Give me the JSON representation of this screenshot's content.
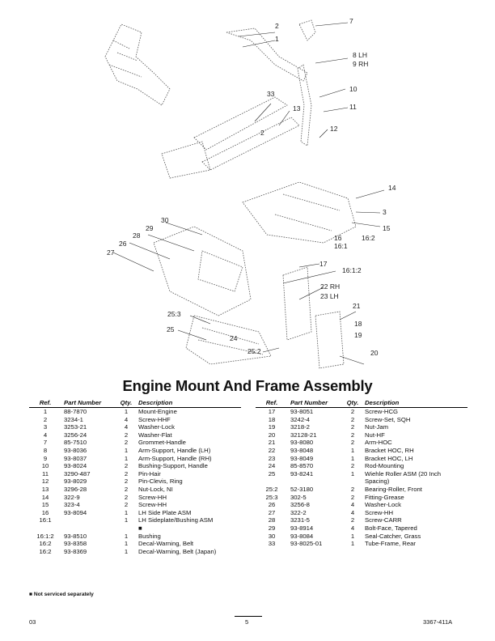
{
  "callouts": [
    {
      "id": "c2",
      "text": "2"
    },
    {
      "id": "c7",
      "text": "7"
    },
    {
      "id": "c1",
      "text": "1"
    },
    {
      "id": "c8",
      "text": "8 LH"
    },
    {
      "id": "c9",
      "text": "9 RH"
    },
    {
      "id": "c33",
      "text": "33"
    },
    {
      "id": "c10",
      "text": "10"
    },
    {
      "id": "c11",
      "text": "11"
    },
    {
      "id": "c13",
      "text": "13"
    },
    {
      "id": "c2b",
      "text": "2"
    },
    {
      "id": "c12",
      "text": "12"
    },
    {
      "id": "c14",
      "text": "14"
    },
    {
      "id": "c3",
      "text": "3"
    },
    {
      "id": "c15",
      "text": "15"
    },
    {
      "id": "c16",
      "text": "16"
    },
    {
      "id": "c161",
      "text": "16:1"
    },
    {
      "id": "c162",
      "text": "16:2"
    },
    {
      "id": "c30",
      "text": "30"
    },
    {
      "id": "c29",
      "text": "29"
    },
    {
      "id": "c26",
      "text": "26"
    },
    {
      "id": "c28",
      "text": "28"
    },
    {
      "id": "c27",
      "text": "27"
    },
    {
      "id": "c17",
      "text": "17"
    },
    {
      "id": "c1612",
      "text": "16:1:2"
    },
    {
      "id": "c22",
      "text": "22 RH"
    },
    {
      "id": "c23",
      "text": "23 LH"
    },
    {
      "id": "c21",
      "text": "21"
    },
    {
      "id": "c253",
      "text": "25:3"
    },
    {
      "id": "c18",
      "text": "18"
    },
    {
      "id": "c19",
      "text": "19"
    },
    {
      "id": "c25",
      "text": "25"
    },
    {
      "id": "c24",
      "text": "24"
    },
    {
      "id": "c252",
      "text": "25:2"
    },
    {
      "id": "c20",
      "text": "20"
    }
  ],
  "title": "Engine Mount And Frame Assembly",
  "headers": {
    "ref": "Ref.",
    "part": "Part Number",
    "qty": "Qty.",
    "desc": "Description"
  },
  "left_rows": [
    {
      "ref": "1",
      "part": "88-7870",
      "qty": "1",
      "desc": "Mount-Engine"
    },
    {
      "ref": "2",
      "part": "3234-1",
      "qty": "4",
      "desc": "Screw-HHF"
    },
    {
      "ref": "3",
      "part": "3253-21",
      "qty": "4",
      "desc": "Washer-Lock"
    },
    {
      "ref": "4",
      "part": "3256-24",
      "qty": "2",
      "desc": "Washer-Flat"
    },
    {
      "ref": "7",
      "part": "85-7510",
      "qty": "2",
      "desc": "Grommet-Handle"
    },
    {
      "ref": "8",
      "part": "93-8036",
      "qty": "1",
      "desc": "Arm-Support, Handle (LH)"
    },
    {
      "ref": "9",
      "part": "93-8037",
      "qty": "1",
      "desc": "Arm-Support, Handle (RH)"
    },
    {
      "ref": "10",
      "part": "93-8024",
      "qty": "2",
      "desc": "Bushing-Support, Handle"
    },
    {
      "ref": "11",
      "part": "3290-487",
      "qty": "2",
      "desc": "Pin-Hair"
    },
    {
      "ref": "12",
      "part": "93-8029",
      "qty": "2",
      "desc": "Pin-Clevis, Ring"
    },
    {
      "ref": "13",
      "part": "3296-28",
      "qty": "2",
      "desc": "Nut-Lock, NI"
    },
    {
      "ref": "14",
      "part": "322-9",
      "qty": "2",
      "desc": "Screw-HH"
    },
    {
      "ref": "15",
      "part": "323-4",
      "qty": "2",
      "desc": "Screw-HH"
    },
    {
      "ref": "16",
      "part": "93-8094",
      "qty": "1",
      "desc": "LH Side Plate ASM"
    },
    {
      "ref": "16:1",
      "part": "",
      "qty": "1",
      "desc": "LH Sideplate/Bushing ASM"
    },
    {
      "ref": "",
      "part": "",
      "qty": "",
      "desc": "■"
    },
    {
      "ref": "16:1:2",
      "part": "93-8510",
      "qty": "1",
      "desc": "Bushing"
    },
    {
      "ref": "16:2",
      "part": "93-8358",
      "qty": "1",
      "desc": "Decal-Warning, Belt"
    },
    {
      "ref": "16:2",
      "part": "93-8369",
      "qty": "1",
      "desc": "Decal-Warning, Belt (Japan)"
    }
  ],
  "right_rows": [
    {
      "ref": "17",
      "part": "93-8051",
      "qty": "2",
      "desc": "Screw-HCG"
    },
    {
      "ref": "18",
      "part": "3242-4",
      "qty": "2",
      "desc": "Screw-Set, SQH"
    },
    {
      "ref": "19",
      "part": "3218-2",
      "qty": "2",
      "desc": "Nut-Jam"
    },
    {
      "ref": "20",
      "part": "32128-21",
      "qty": "2",
      "desc": "Nut-HF"
    },
    {
      "ref": "21",
      "part": "93-8080",
      "qty": "2",
      "desc": "Arm-HOC"
    },
    {
      "ref": "22",
      "part": "93-8048",
      "qty": "1",
      "desc": "Bracket HOC, RH"
    },
    {
      "ref": "23",
      "part": "93-8049",
      "qty": "1",
      "desc": "Bracket HOC, LH"
    },
    {
      "ref": "24",
      "part": "85-8570",
      "qty": "2",
      "desc": "Rod-Mounting"
    },
    {
      "ref": "25",
      "part": "93-8241",
      "qty": "1",
      "desc": "Wiehle Roller ASM (20 Inch"
    },
    {
      "ref": "",
      "part": "",
      "qty": "",
      "desc": "Spacing)"
    },
    {
      "ref": "25:2",
      "part": "52-3180",
      "qty": "2",
      "desc": "Bearing-Roller, Front"
    },
    {
      "ref": "25:3",
      "part": "302-5",
      "qty": "2",
      "desc": "Fitting-Grease"
    },
    {
      "ref": "26",
      "part": "3256-8",
      "qty": "4",
      "desc": "Washer-Lock"
    },
    {
      "ref": "27",
      "part": "322-2",
      "qty": "4",
      "desc": "Screw-HH"
    },
    {
      "ref": "28",
      "part": "3231-5",
      "qty": "2",
      "desc": "Screw-CARR"
    },
    {
      "ref": "29",
      "part": "93-8914",
      "qty": "4",
      "desc": "Bolt-Face, Tapered"
    },
    {
      "ref": "30",
      "part": "93-8084",
      "qty": "1",
      "desc": "Seal-Catcher, Grass"
    },
    {
      "ref": "33",
      "part": "93-8025-01",
      "qty": "1",
      "desc": "Tube-Frame, Rear"
    }
  ],
  "note": "■ Not serviced separately",
  "footer": {
    "left": "03",
    "center": "5",
    "right": "3367-411A"
  }
}
